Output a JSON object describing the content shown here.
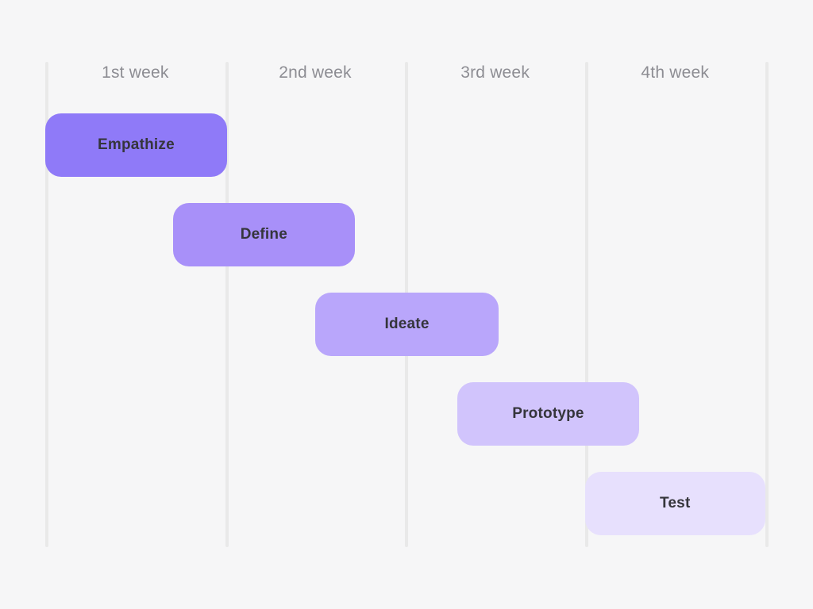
{
  "background_color": "#f6f6f7",
  "chart_data": {
    "type": "gantt",
    "title": "",
    "columns": [
      "1st week",
      "2nd week",
      "3rd week",
      "4th week"
    ],
    "x_range_weeks": [
      0,
      4
    ],
    "grid": true,
    "legend": false,
    "column_label_color": "#8d8d93",
    "gridline_color": "#e9e9e9",
    "task_label_color": "#35353b",
    "tasks": [
      {
        "label": "Empathize",
        "row": 1,
        "start_week": 0.0,
        "end_week": 1.01,
        "color": "#8f7af8"
      },
      {
        "label": "Define",
        "row": 2,
        "start_week": 0.71,
        "end_week": 1.72,
        "color": "#a890f9"
      },
      {
        "label": "Ideate",
        "row": 3,
        "start_week": 1.5,
        "end_week": 2.52,
        "color": "#b9a6fb"
      },
      {
        "label": "Prototype",
        "row": 4,
        "start_week": 2.29,
        "end_week": 3.3,
        "color": "#d1c4fc"
      },
      {
        "label": "Test",
        "row": 5,
        "start_week": 3.0,
        "end_week": 4.0,
        "color": "#e7e0fd"
      }
    ]
  }
}
